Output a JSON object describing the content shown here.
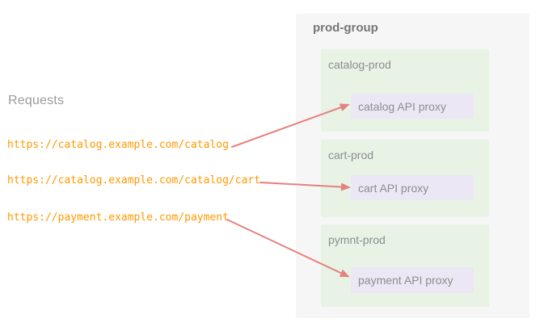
{
  "left_panel": {
    "heading": "Requests",
    "requests": [
      {
        "url": "https://catalog.example.com/catalog"
      },
      {
        "url": "https://catalog.example.com/catalog/cart"
      },
      {
        "url": "https://payment.example.com/payment"
      }
    ]
  },
  "prod_group": {
    "title": "prod-group",
    "environments": [
      {
        "name": "catalog-prod",
        "proxy": "catalog API proxy"
      },
      {
        "name": "cart-prod",
        "proxy": "cart API proxy"
      },
      {
        "name": "pymnt-prod",
        "proxy": "payment API proxy"
      }
    ]
  },
  "connections": [
    {
      "request": "https://catalog.example.com/catalog",
      "environment": "catalog-prod",
      "proxy": "catalog API proxy"
    },
    {
      "request": "https://catalog.example.com/catalog/cart",
      "environment": "cart-prod",
      "proxy": "cart API proxy"
    },
    {
      "request": "https://payment.example.com/payment",
      "environment": "pymnt-prod",
      "proxy": "payment API proxy"
    }
  ],
  "colors": {
    "group-bg": "#f6f6f6",
    "env-bg": "#e8f3e6",
    "proxy-bg": "#ece7f5",
    "arrow": "#e5827e",
    "url-text": "#ff9800",
    "label-text": "#8d8d8d",
    "group-title-text": "#767676",
    "heading-text": "#9b9b9b"
  }
}
